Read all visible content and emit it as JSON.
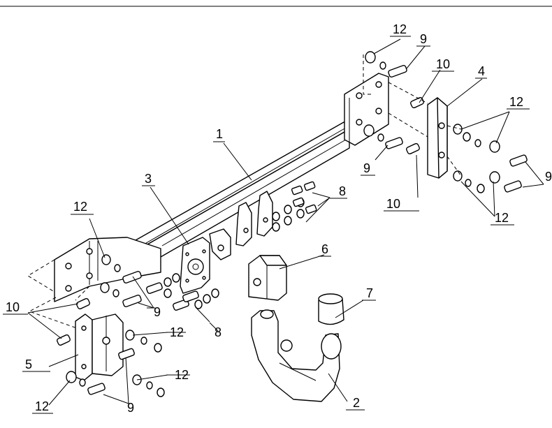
{
  "diagram": {
    "labels": {
      "l1": "1",
      "l2": "2",
      "l3": "3",
      "l4": "4",
      "l5": "5",
      "l6": "6",
      "l7": "7",
      "l8a": "8",
      "l8b": "8",
      "l9a": "9",
      "l9b": "9",
      "l9c": "9",
      "l9d": "9",
      "l9e": "9",
      "l10a": "10",
      "l10b": "10",
      "l10c": "10",
      "l12a": "12",
      "l12b": "12",
      "l12c": "12",
      "l12d": "12",
      "l12e": "12",
      "l12f": "12",
      "l12g": "12"
    }
  }
}
